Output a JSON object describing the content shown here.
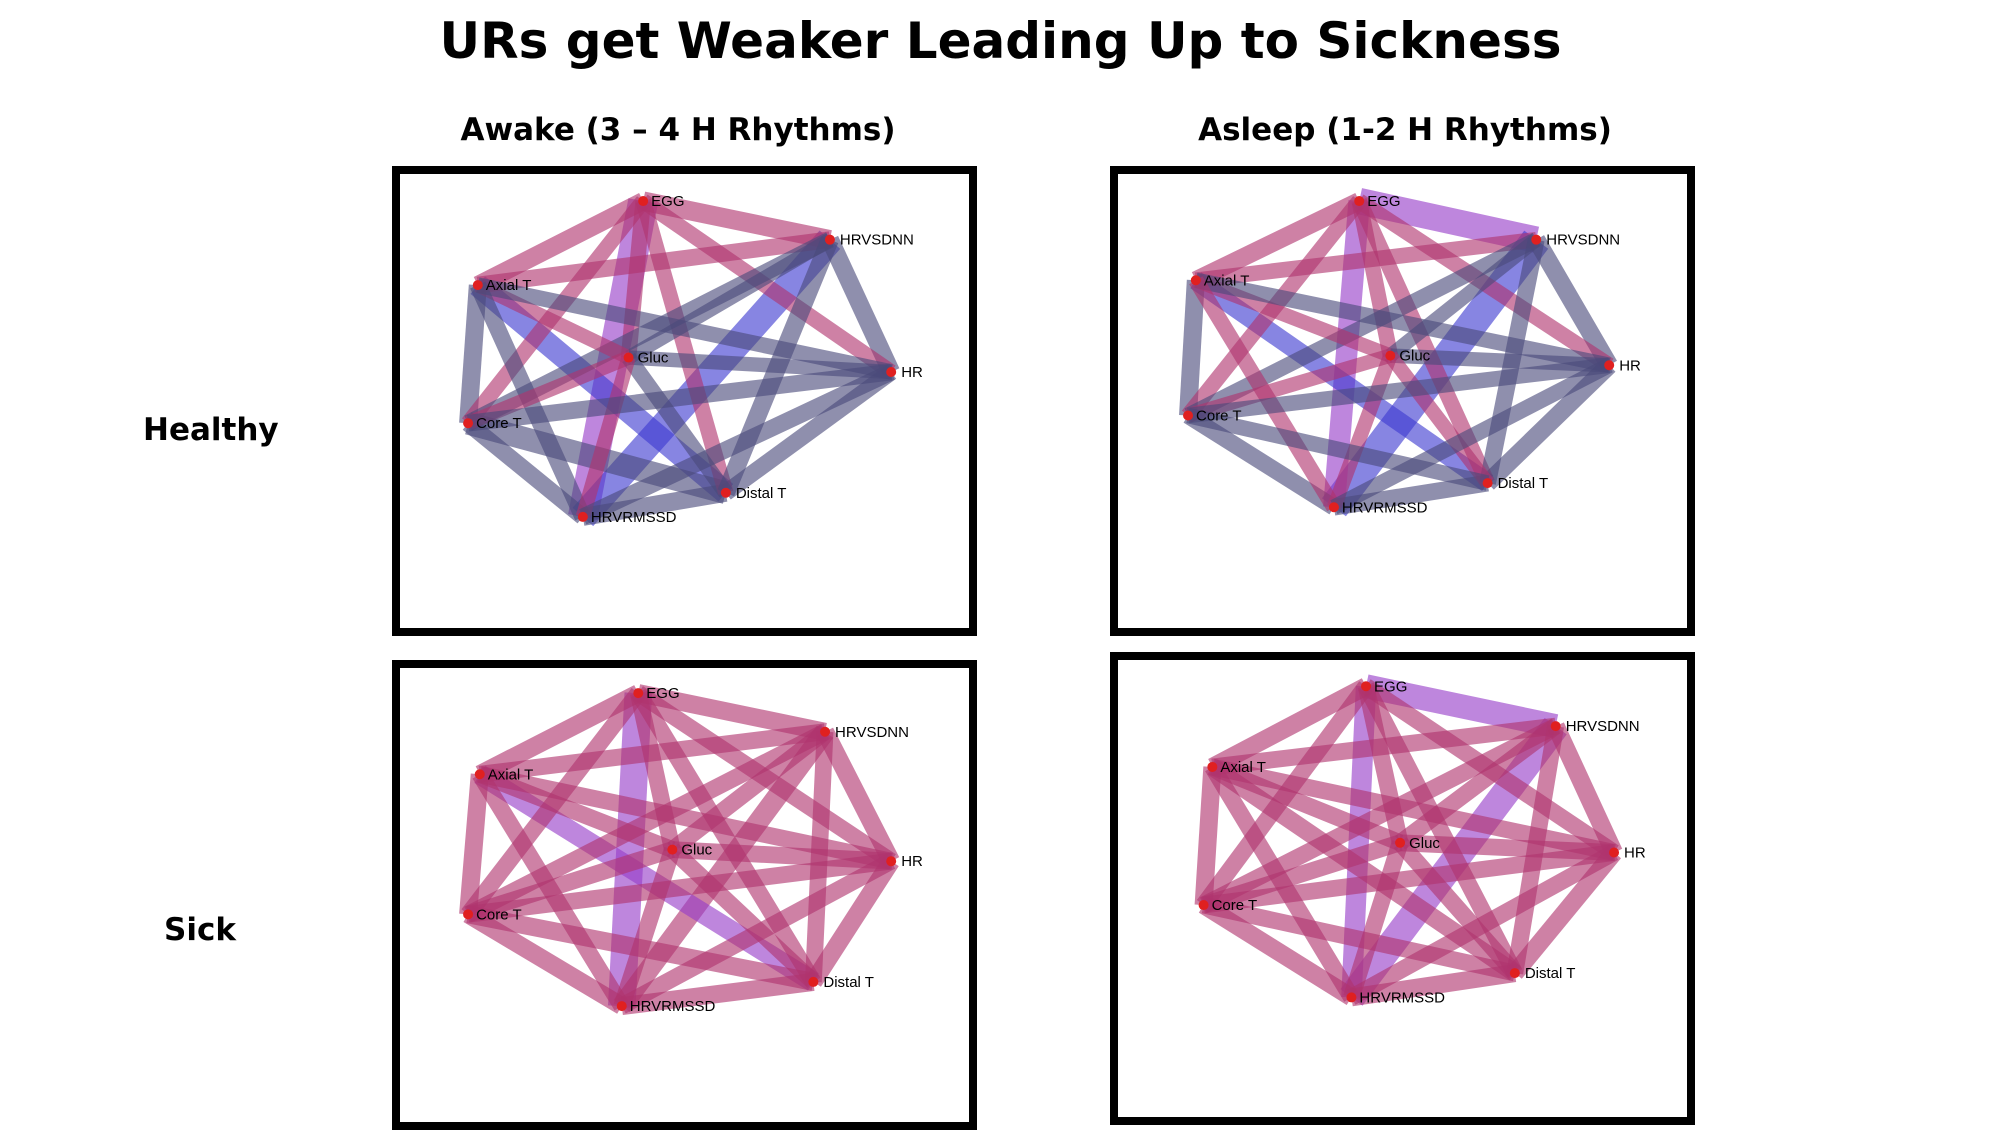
{
  "title": "URs get Weaker Leading Up to Sickness",
  "columns": [
    "Awake (3 – 4 H Rhythms)",
    "Asleep (1-2 H Rhythms)"
  ],
  "rows": [
    "Healthy",
    "Sick"
  ],
  "nodes": [
    "EGG",
    "HRVSDNN",
    "Axial T",
    "Gluc",
    "HR",
    "Core T",
    "Distal T",
    "HRVRMSSD"
  ],
  "colors": {
    "edge_red": "#b0336e",
    "edge_blue": "#3d3ad0",
    "edge_gray": "#4a4a7a",
    "node": "#e02020"
  },
  "panels": [
    {
      "name": "healthy-awake",
      "edges": [
        [
          "EGG",
          "HRVRMSSD",
          1.0,
          "purple"
        ],
        [
          "HRVSDNN",
          "HRVRMSSD",
          0.9,
          "blue"
        ],
        [
          "Axial T",
          "Distal T",
          0.7,
          "blue"
        ],
        [
          "Core T",
          "Distal T",
          0.7,
          "gray"
        ],
        [
          "EGG",
          "HRVSDNN",
          0.55,
          "red"
        ],
        [
          "EGG",
          "Axial T",
          0.5,
          "red"
        ],
        [
          "HRVSDNN",
          "HR",
          0.5,
          "gray"
        ],
        [
          "HR",
          "Distal T",
          0.45,
          "gray"
        ],
        [
          "Distal T",
          "HRVRMSSD",
          0.5,
          "gray"
        ],
        [
          "HRVRMSSD",
          "Core T",
          0.45,
          "gray"
        ],
        [
          "Core T",
          "Axial T",
          0.5,
          "gray"
        ],
        [
          "EGG",
          "Gluc",
          0.4,
          "red"
        ],
        [
          "EGG",
          "HR",
          0.4,
          "red"
        ],
        [
          "EGG",
          "Distal T",
          0.4,
          "red"
        ],
        [
          "EGG",
          "Core T",
          0.4,
          "red"
        ],
        [
          "HRVSDNN",
          "Axial T",
          0.45,
          "red"
        ],
        [
          "HRVSDNN",
          "Gluc",
          0.35,
          "gray"
        ],
        [
          "HRVSDNN",
          "Core T",
          0.45,
          "gray"
        ],
        [
          "HRVSDNN",
          "Distal T",
          0.5,
          "gray"
        ],
        [
          "Axial T",
          "Gluc",
          0.35,
          "red"
        ],
        [
          "Axial T",
          "HR",
          0.4,
          "gray"
        ],
        [
          "Axial T",
          "HRVRMSSD",
          0.45,
          "gray"
        ],
        [
          "Gluc",
          "HR",
          0.35,
          "gray"
        ],
        [
          "Gluc",
          "Core T",
          0.35,
          "red"
        ],
        [
          "Gluc",
          "Distal T",
          0.4,
          "gray"
        ],
        [
          "Gluc",
          "HRVRMSSD",
          0.35,
          "red"
        ],
        [
          "HR",
          "Core T",
          0.45,
          "gray"
        ],
        [
          "HR",
          "HRVRMSSD",
          0.45,
          "gray"
        ]
      ]
    },
    {
      "name": "healthy-asleep",
      "edges": [
        [
          "EGG",
          "HRVSDNN",
          0.85,
          "purple"
        ],
        [
          "HRVSDNN",
          "HRVRMSSD",
          1.0,
          "blue"
        ],
        [
          "EGG",
          "HRVRMSSD",
          0.65,
          "purple"
        ],
        [
          "Axial T",
          "Distal T",
          0.55,
          "blue"
        ],
        [
          "EGG",
          "Axial T",
          0.5,
          "red"
        ],
        [
          "HRVSDNN",
          "HR",
          0.5,
          "gray"
        ],
        [
          "HR",
          "Distal T",
          0.5,
          "gray"
        ],
        [
          "Distal T",
          "HRVRMSSD",
          0.45,
          "gray"
        ],
        [
          "HRVRMSSD",
          "Core T",
          0.45,
          "gray"
        ],
        [
          "Core T",
          "Axial T",
          0.5,
          "gray"
        ],
        [
          "EGG",
          "Gluc",
          0.4,
          "red"
        ],
        [
          "EGG",
          "HR",
          0.4,
          "red"
        ],
        [
          "EGG",
          "Distal T",
          0.4,
          "red"
        ],
        [
          "EGG",
          "Core T",
          0.4,
          "red"
        ],
        [
          "HRVSDNN",
          "Axial T",
          0.4,
          "red"
        ],
        [
          "HRVSDNN",
          "Gluc",
          0.35,
          "gray"
        ],
        [
          "HRVSDNN",
          "Core T",
          0.4,
          "gray"
        ],
        [
          "HRVSDNN",
          "Distal T",
          0.45,
          "gray"
        ],
        [
          "Axial T",
          "Gluc",
          0.35,
          "red"
        ],
        [
          "Axial T",
          "HR",
          0.4,
          "gray"
        ],
        [
          "Axial T",
          "HRVRMSSD",
          0.4,
          "red"
        ],
        [
          "Gluc",
          "HR",
          0.35,
          "gray"
        ],
        [
          "Gluc",
          "Core T",
          0.35,
          "red"
        ],
        [
          "Gluc",
          "Distal T",
          0.35,
          "red"
        ],
        [
          "Gluc",
          "HRVRMSSD",
          0.35,
          "red"
        ],
        [
          "HR",
          "Core T",
          0.4,
          "gray"
        ],
        [
          "HR",
          "HRVRMSSD",
          0.4,
          "gray"
        ],
        [
          "Core T",
          "Distal T",
          0.4,
          "gray"
        ]
      ]
    },
    {
      "name": "sick-awake",
      "edges": [
        [
          "EGG",
          "HRVRMSSD",
          0.9,
          "purple"
        ],
        [
          "HRVSDNN",
          "HRVRMSSD",
          0.6,
          "red"
        ],
        [
          "Axial T",
          "Distal T",
          0.6,
          "purple"
        ],
        [
          "Core T",
          "Distal T",
          0.5,
          "red"
        ],
        [
          "EGG",
          "HRVSDNN",
          0.5,
          "red"
        ],
        [
          "EGG",
          "Axial T",
          0.5,
          "red"
        ],
        [
          "HRVSDNN",
          "HR",
          0.5,
          "red"
        ],
        [
          "HR",
          "Distal T",
          0.5,
          "red"
        ],
        [
          "Distal T",
          "HRVRMSSD",
          0.5,
          "red"
        ],
        [
          "HRVRMSSD",
          "Core T",
          0.5,
          "red"
        ],
        [
          "Core T",
          "Axial T",
          0.5,
          "red"
        ],
        [
          "EGG",
          "Gluc",
          0.45,
          "red"
        ],
        [
          "EGG",
          "HR",
          0.45,
          "red"
        ],
        [
          "EGG",
          "Distal T",
          0.45,
          "red"
        ],
        [
          "EGG",
          "Core T",
          0.45,
          "red"
        ],
        [
          "HRVSDNN",
          "Axial T",
          0.45,
          "red"
        ],
        [
          "HRVSDNN",
          "Gluc",
          0.45,
          "red"
        ],
        [
          "HRVSDNN",
          "Core T",
          0.45,
          "red"
        ],
        [
          "HRVSDNN",
          "Distal T",
          0.45,
          "red"
        ],
        [
          "Axial T",
          "Gluc",
          0.45,
          "red"
        ],
        [
          "Axial T",
          "HR",
          0.45,
          "red"
        ],
        [
          "Axial T",
          "HRVRMSSD",
          0.45,
          "red"
        ],
        [
          "Gluc",
          "HR",
          0.45,
          "red"
        ],
        [
          "Gluc",
          "Core T",
          0.45,
          "red"
        ],
        [
          "Gluc",
          "Distal T",
          0.45,
          "red"
        ],
        [
          "Gluc",
          "HRVRMSSD",
          0.45,
          "red"
        ],
        [
          "HR",
          "Core T",
          0.45,
          "red"
        ],
        [
          "HR",
          "HRVRMSSD",
          0.45,
          "red"
        ]
      ]
    },
    {
      "name": "sick-asleep",
      "edges": [
        [
          "EGG",
          "HRVSDNN",
          0.75,
          "purple"
        ],
        [
          "HRVSDNN",
          "HRVRMSSD",
          0.9,
          "purple"
        ],
        [
          "EGG",
          "HRVRMSSD",
          0.6,
          "purple"
        ],
        [
          "Axial T",
          "Distal T",
          0.5,
          "red"
        ],
        [
          "EGG",
          "Axial T",
          0.5,
          "red"
        ],
        [
          "HRVSDNN",
          "HR",
          0.5,
          "red"
        ],
        [
          "HR",
          "Distal T",
          0.5,
          "red"
        ],
        [
          "Distal T",
          "HRVRMSSD",
          0.5,
          "red"
        ],
        [
          "HRVRMSSD",
          "Core T",
          0.5,
          "red"
        ],
        [
          "Core T",
          "Axial T",
          0.5,
          "red"
        ],
        [
          "EGG",
          "Gluc",
          0.45,
          "red"
        ],
        [
          "EGG",
          "HR",
          0.45,
          "red"
        ],
        [
          "EGG",
          "Distal T",
          0.45,
          "red"
        ],
        [
          "EGG",
          "Core T",
          0.45,
          "red"
        ],
        [
          "HRVSDNN",
          "Axial T",
          0.45,
          "red"
        ],
        [
          "HRVSDNN",
          "Gluc",
          0.45,
          "red"
        ],
        [
          "HRVSDNN",
          "Core T",
          0.45,
          "red"
        ],
        [
          "HRVSDNN",
          "Distal T",
          0.45,
          "red"
        ],
        [
          "Axial T",
          "Gluc",
          0.45,
          "red"
        ],
        [
          "Axial T",
          "HR",
          0.45,
          "red"
        ],
        [
          "Axial T",
          "HRVRMSSD",
          0.45,
          "red"
        ],
        [
          "Gluc",
          "HR",
          0.45,
          "red"
        ],
        [
          "Gluc",
          "Core T",
          0.45,
          "red"
        ],
        [
          "Gluc",
          "Distal T",
          0.45,
          "red"
        ],
        [
          "Gluc",
          "HRVRMSSD",
          0.45,
          "red"
        ],
        [
          "HR",
          "Core T",
          0.45,
          "red"
        ],
        [
          "HR",
          "HRVRMSSD",
          0.45,
          "red"
        ],
        [
          "Core T",
          "Distal T",
          0.45,
          "red"
        ]
      ]
    }
  ]
}
